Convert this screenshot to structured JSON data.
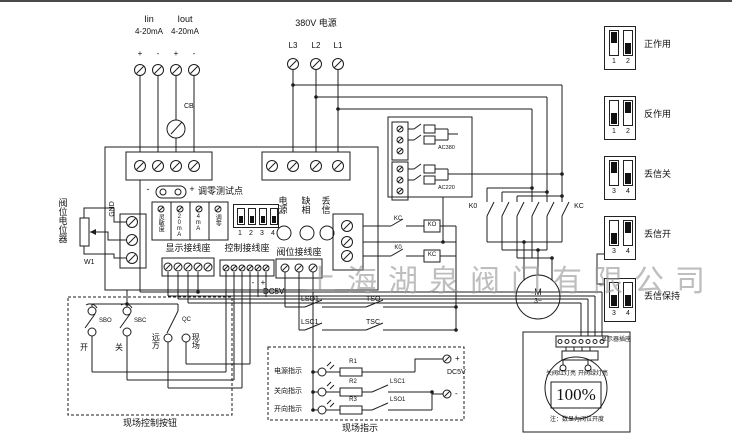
{
  "watermark": "上海湖泉阀门有限公司",
  "signals": {
    "iin": "Iin",
    "iin_range": "4-20mA",
    "iout": "Iout",
    "iout_range": "4-20mA",
    "plus": "+",
    "minus": "-",
    "cb": "CB"
  },
  "power": {
    "title": "380V 电源",
    "l3": "L3",
    "l2": "L2",
    "l1": "L1"
  },
  "board": {
    "pot_label": "阀位电位器",
    "pot_ref": "W1",
    "gnd": "GND",
    "zero_test": {
      "minus": "-",
      "plus": "+",
      "label": "调零测试点"
    },
    "pots": [
      "灵敏度",
      "20mA",
      "4mA",
      "调零"
    ],
    "dip": {
      "numbers": [
        "1",
        "2",
        "3",
        "4"
      ],
      "black": [
        "bottom",
        "bottom",
        "bottom",
        "bottom"
      ]
    },
    "display_terminal": "显示接线座",
    "control_terminal": "控制接线座",
    "position_terminal": "阀位接线座",
    "indicators": [
      "电源",
      "缺相",
      "丢信"
    ],
    "control_marks": {
      "minus": "-",
      "plus": "+",
      "dc5v": "DC5V"
    },
    "relay_circuit": {
      "kc_contact": "KC",
      "ko_coil": "KO",
      "k0_contact": "K0",
      "kc_coil": "KC"
    },
    "relay_box": {
      "ac1": "AC380",
      "ac2": "AC220"
    }
  },
  "contactor": {
    "k0": "K0",
    "kc": "KC",
    "motor": "M",
    "motor_phase": "3~"
  },
  "limit_switches": {
    "lso1": "LSO1",
    "tso": "TSO",
    "lsc1": "LSC1",
    "tsc": "TSC"
  },
  "field_control": {
    "caption": "现场控制按钮",
    "sbo": "SBO",
    "open": "开",
    "sbc": "SBC",
    "close": "关",
    "qc": "QC",
    "remote": "远方",
    "local": "现场"
  },
  "field_indication": {
    "caption": "现场指示",
    "rows": [
      {
        "label": "电源指示",
        "res": "R1",
        "sw": ""
      },
      {
        "label": "关向指示",
        "res": "R2",
        "sw": "LSC1"
      },
      {
        "label": "开向指示",
        "res": "R3",
        "sw": "LSO1"
      }
    ],
    "plus": "+",
    "minus": "-",
    "dc5v": "DC5V"
  },
  "right_dips": [
    {
      "label": "正作用",
      "nums": [
        "1",
        "2"
      ],
      "black": [
        "top",
        "bottom"
      ]
    },
    {
      "label": "反作用",
      "nums": [
        "1",
        "2"
      ],
      "black": [
        "bottom",
        "top"
      ]
    },
    {
      "label": "丢信关",
      "nums": [
        "3",
        "4"
      ],
      "black": [
        "top",
        "bottom"
      ]
    },
    {
      "label": "丢信开",
      "nums": [
        "3",
        "4"
      ],
      "black": [
        "bottom",
        "top"
      ]
    },
    {
      "label": "丢信保持",
      "nums": [
        "3",
        "4"
      ],
      "black": [
        "bottom",
        "bottom"
      ]
    }
  ],
  "display_unit": {
    "socket_label": "显示器插座",
    "led_close": "关阀红灯亮",
    "led_open": "开阀绿灯亮",
    "percent": "100%",
    "note": "注：数显为阀位开度"
  }
}
